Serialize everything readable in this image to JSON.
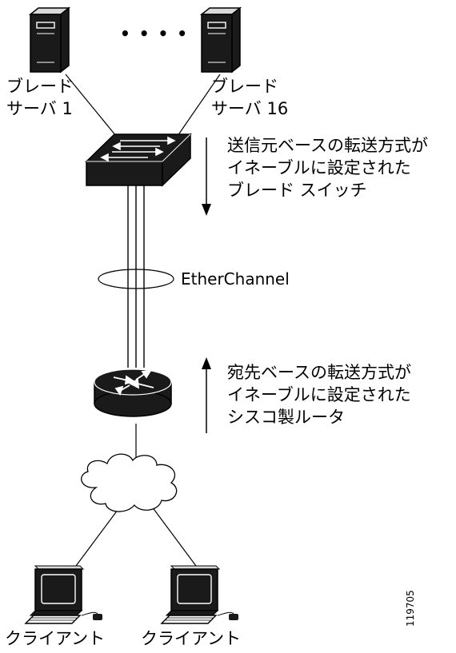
{
  "servers": {
    "left": {
      "line1": "ブレード",
      "line2": "サーバ 1"
    },
    "right": {
      "line1": "ブレード",
      "line2": "サーバ 16"
    },
    "ellipsis": "• • • •"
  },
  "switch_note": {
    "line1": "送信元ベースの転送方式が",
    "line2": "イネーブルに設定された",
    "line3": "ブレード スイッチ"
  },
  "etherchannel_label": "EtherChannel",
  "router_note": {
    "line1": "宛先ベースの転送方式が",
    "line2": "イネーブルに設定された",
    "line3": "シスコ製ルータ"
  },
  "clients": {
    "left": "クライアント",
    "right": "クライアント"
  },
  "figure_number": "119705",
  "icons": [
    "blade-server-icon",
    "blade-server-icon",
    "blade-switch-icon",
    "router-icon",
    "cloud-icon",
    "client-pc-icon",
    "client-pc-icon"
  ],
  "colors": {
    "stroke": "#000000",
    "device_dark": "#1a1a1a",
    "highlight": "#ffffff"
  }
}
